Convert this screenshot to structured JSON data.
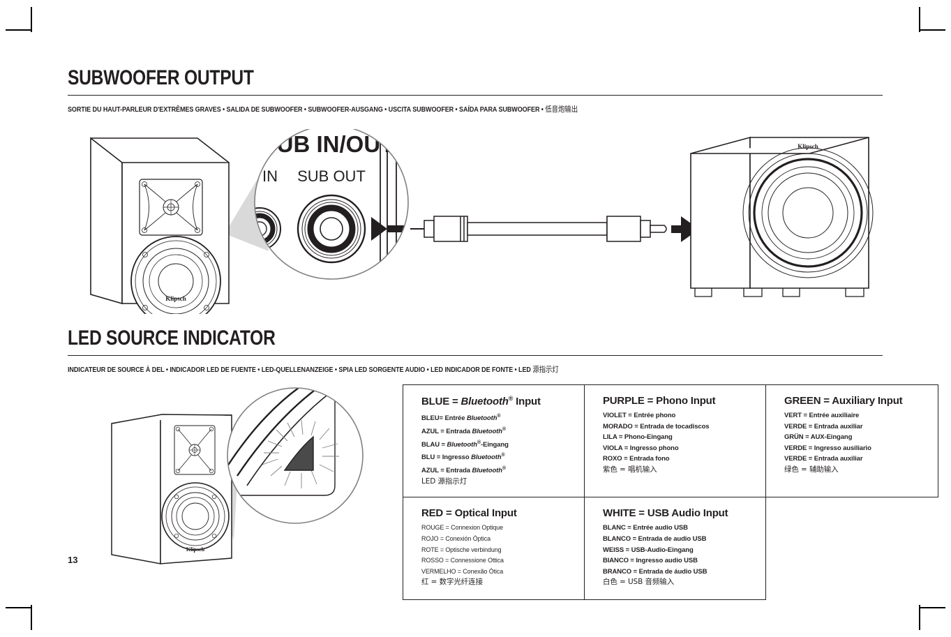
{
  "page": {
    "number": "13"
  },
  "sections": [
    {
      "id": "subwoofer-output",
      "heading": "SUBWOOFER OUTPUT",
      "subheading_latin": "SORTIE DU HAUT-PARLEUR D'EXTRÊMES GRAVES  • SALIDA DE SUBWOOFER   • SUBWOOFER-AUSGANG  •  USCITA SUBWOOFER  •  SAÍDA PARA SUBWOOFER  •  ",
      "subheading_cjk": "低音炮输出"
    },
    {
      "id": "led-source-indicator",
      "heading": "LED SOURCE INDICATOR",
      "subheading_latin": "INDICATEUR DE SOURCE À DEL  • INDICADOR LED DE FUENTE   • LED-QUELLENANZEIGE  •  SPIA LED SORGENTE AUDIO •  LED INDICADOR DE FONTE •  LED ",
      "subheading_cjk": "源指示灯"
    }
  ],
  "diagram": {
    "magnifier_labels": {
      "top_clipped": "SUB IN/OUT",
      "left_clipped": "IN",
      "jack_label": "SUB OUT"
    },
    "speaker_brand": "Klipsch",
    "subwoofer_brand": "Klipsch",
    "cable_name": "rca-subwoofer-cable",
    "arrow_direction": "right"
  },
  "led_table": {
    "rows": [
      [
        {
          "name": "blue-bluetooth-input",
          "title_color": "BLUE",
          "title_eq": " = ",
          "title_italic": "Bluetooth",
          "title_sup": "®",
          "title_tail": " Input",
          "lines": [
            {
              "text": "BLEU= Entrée ",
              "italic": "Bluetooth",
              "sup": "®"
            },
            {
              "text": "AZUL = Entrada ",
              "italic": "Bluetooth",
              "sup": "®"
            },
            {
              "text": "BLAU = ",
              "italic": "Bluetooth",
              "sup": "®",
              "tail": "-Eingang"
            },
            {
              "text": "BLU = Ingresso ",
              "italic": "Bluetooth",
              "sup": "®"
            },
            {
              "text": "AZUL = Entrada ",
              "italic": "Bluetooth",
              "sup": "®"
            }
          ],
          "cjk_line": "LED 源指示灯"
        },
        {
          "name": "purple-phono-input",
          "title_color": "PURPLE",
          "title_eq": " = ",
          "title_tail": "Phono Input",
          "lines": [
            {
              "text": "VIOLET = Entrée phono"
            },
            {
              "text": "MORADO = Entrada  de tocadiscos"
            },
            {
              "text": "LILA = Phono-Eingang"
            },
            {
              "text": "VIOLA = Ingresso phono"
            },
            {
              "text": "ROXO = Entrada fono"
            }
          ],
          "cjk_line": "紫色 = 唱机输入"
        },
        {
          "name": "green-auxiliary-input",
          "title_color": "GREEN",
          "title_eq": " = ",
          "title_tail": "Auxiliary Input",
          "lines": [
            {
              "text": "VERT = Entrée auxiliaire"
            },
            {
              "text": "VERDE = Entrada  auxiliar"
            },
            {
              "text": "GRÜN = AUX-Eingang"
            },
            {
              "text": "VERDE = Ingresso ausiliario"
            },
            {
              "text": "VERDE = Entrada auxiliar"
            }
          ],
          "cjk_line": "绿色 = 辅助输入"
        }
      ],
      [
        {
          "name": "red-optical-input",
          "title_color": "RED",
          "title_eq": " = ",
          "title_tail": "Optical Input",
          "light": true,
          "lines": [
            {
              "text": "ROUGE = Connexion Optique"
            },
            {
              "text": "ROJO = Conexión Óptica"
            },
            {
              "text": "ROTE = Optische verbindung"
            },
            {
              "text": "ROSSO = Connessione Ottica"
            },
            {
              "text": "VERMELHO = Conexão Ótica"
            }
          ],
          "cjk_line": "红 = 数字光纤连接"
        },
        {
          "name": "white-usb-audio-input",
          "title_color": "WHITE",
          "title_eq": " = ",
          "title_tail": "USB Audio Input",
          "lines": [
            {
              "text": "BLANC = Entrée audio USB"
            },
            {
              "text": "BLANCO = Entrada de audio USB"
            },
            {
              "text": "WEISS = USB-Audio-Eingang"
            },
            {
              "text": "BIANCO = Ingresso audio USB"
            },
            {
              "text": "BRANCO = Entrada de áudio USB"
            }
          ],
          "cjk_line": "白色 = USB 音频输入"
        },
        {
          "name": "empty-cell",
          "empty": true
        }
      ]
    ]
  },
  "colors": {
    "ink": "#231f20",
    "shadow": "#d9d9d9",
    "line": "#808080"
  }
}
